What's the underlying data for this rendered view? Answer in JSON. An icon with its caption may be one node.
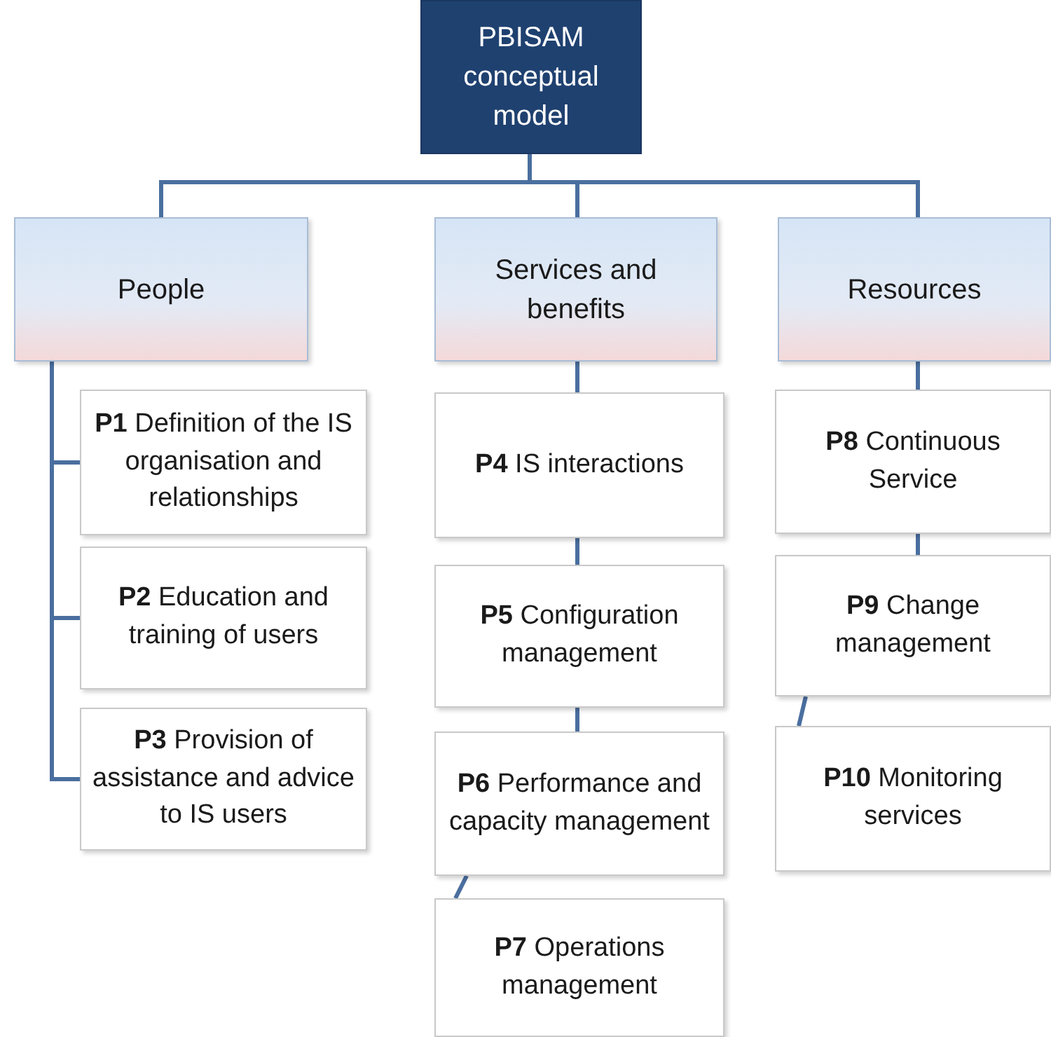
{
  "diagram": {
    "nodes": [
      {
        "text": [
          "PBISAM conceptual model"
        ]
      },
      {
        "text": [
          "People"
        ]
      },
      {
        "text": [
          "Services and benefits"
        ]
      },
      {
        "text": [
          "Resources"
        ]
      },
      {
        "text": [
          "**P1** Definition of the IS organisation and relationships"
        ]
      },
      {
        "text": [
          "**P2** Education and training of users"
        ]
      },
      {
        "text": [
          "**P3** Provision of assistance and advice to IS users"
        ]
      },
      {
        "text": [
          "**P4** IS interactions"
        ]
      },
      {
        "text": [
          "**P5** Configuration management"
        ]
      },
      {
        "text": [
          "**P6** Performance and capacity management"
        ]
      },
      {
        "text": [
          "**P7** Operations management"
        ]
      },
      {
        "text": [
          "**P8** Continuous Service"
        ]
      },
      {
        "text": [
          "**P9** Change management"
        ]
      },
      {
        "text": [
          "**P10** Monitoring services"
        ]
      }
    ],
    "edges": [
      {
        "from": 0,
        "to": 1,
        "arrow": "none"
      },
      {
        "from": 0,
        "to": 2,
        "arrow": "none"
      },
      {
        "from": 0,
        "to": 3,
        "arrow": "none"
      },
      {
        "from": 1,
        "to": 4,
        "arrow": "none"
      },
      {
        "from": 1,
        "to": 5,
        "arrow": "none"
      },
      {
        "from": 1,
        "to": 6,
        "arrow": "none"
      },
      {
        "from": 2,
        "to": 7,
        "arrow": "none"
      },
      {
        "from": 7,
        "to": 8,
        "arrow": "none"
      },
      {
        "from": 8,
        "to": 9,
        "arrow": "none"
      },
      {
        "from": 9,
        "to": 10,
        "arrow": "none"
      },
      {
        "from": 3,
        "to": 11,
        "arrow": "none"
      },
      {
        "from": 11,
        "to": 12,
        "arrow": "none"
      },
      {
        "from": 12,
        "to": 13,
        "arrow": "none"
      }
    ]
  }
}
